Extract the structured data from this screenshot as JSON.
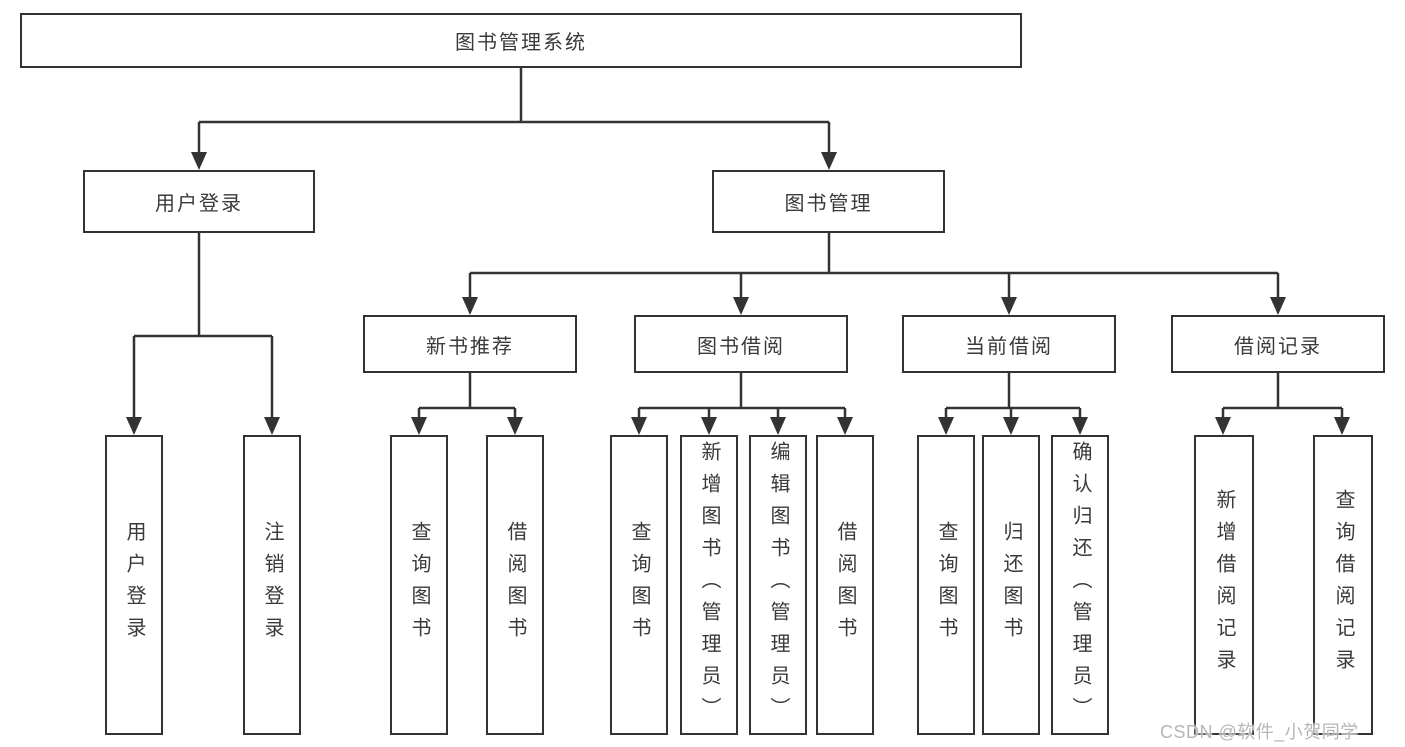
{
  "diagram": {
    "root": {
      "label": "图书管理系统"
    },
    "level2": [
      {
        "id": "user-login",
        "label": "用户登录"
      },
      {
        "id": "book-management",
        "label": "图书管理"
      }
    ],
    "level3": [
      {
        "id": "new-book-recommend",
        "label": "新书推荐"
      },
      {
        "id": "book-borrow",
        "label": "图书借阅"
      },
      {
        "id": "current-borrow",
        "label": "当前借阅"
      },
      {
        "id": "borrow-records",
        "label": "借阅记录"
      }
    ],
    "leaves": {
      "user_login": [
        "用户登录",
        "注销登录"
      ],
      "new_book_recommend": [
        "查询图书",
        "借阅图书"
      ],
      "book_borrow": [
        "查询图书",
        "新增图书（管理员）",
        "编辑图书（管理员）",
        "借阅图书"
      ],
      "current_borrow": [
        "查询图书",
        "归还图书",
        "确认归还（管理员）"
      ],
      "borrow_records": [
        "新增借阅记录",
        "查询借阅记录"
      ]
    },
    "watermark": "CSDN @软件_小贺同学",
    "colors": {
      "line": "#333333",
      "text": "#3a3a3a",
      "background": "#ffffff",
      "watermark": "#b2b2b2"
    }
  }
}
